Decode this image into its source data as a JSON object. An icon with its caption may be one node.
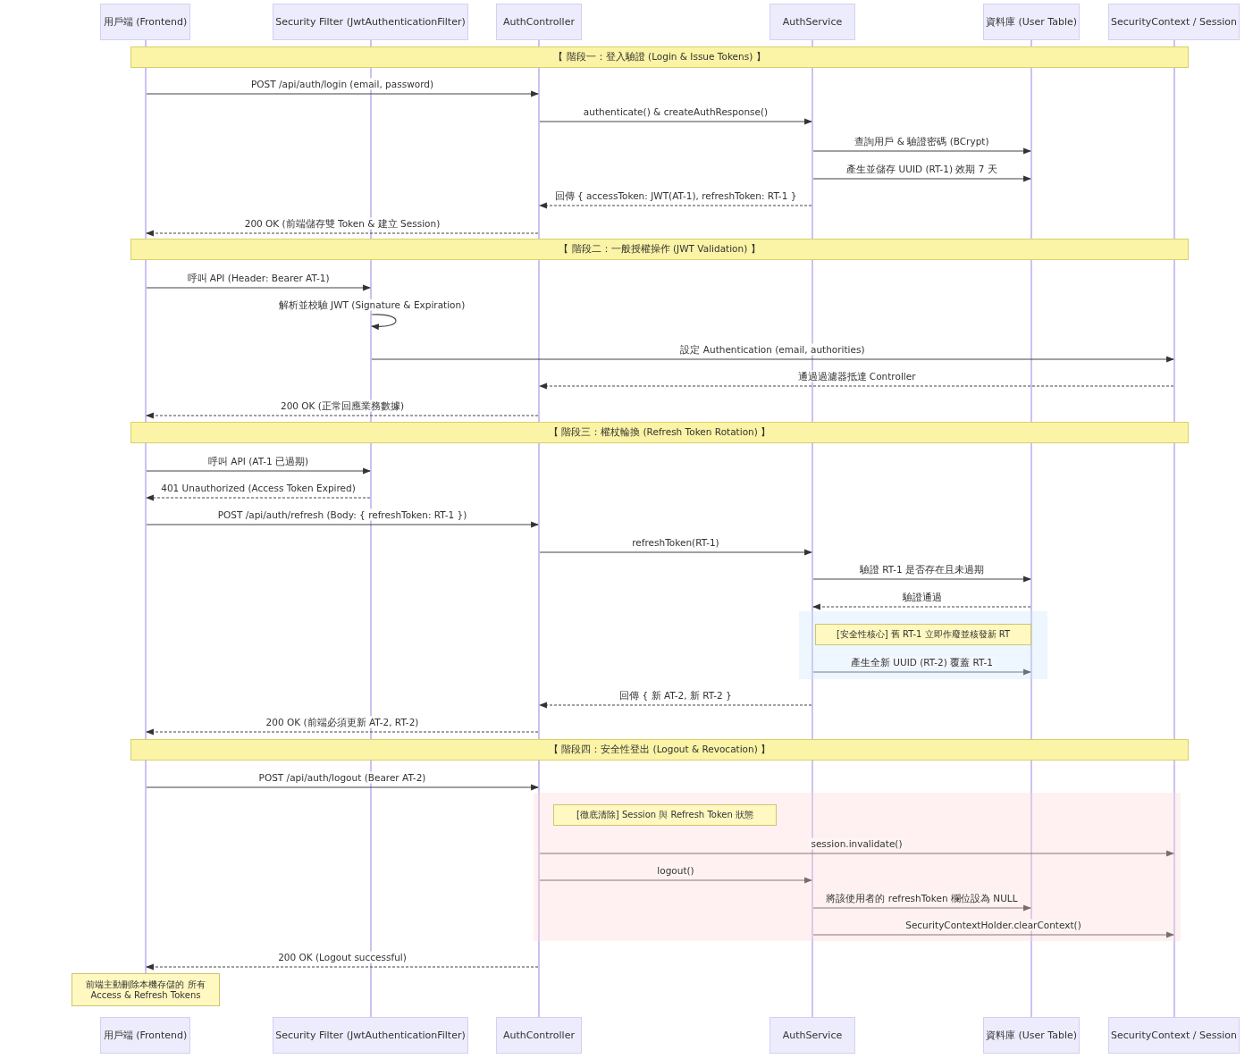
{
  "diagram": {
    "nodes": [
      {
        "text": [
          "用戶端 (Frontend)"
        ]
      },
      {
        "text": [
          "Security Filter (JwtAuthenticationFilter)"
        ]
      },
      {
        "text": [
          "AuthController"
        ]
      },
      {
        "text": [
          "AuthService"
        ]
      },
      {
        "text": [
          "資料庫 (User Table)"
        ]
      },
      {
        "text": [
          "SecurityContext / Session"
        ]
      },
      {
        "text": [],
        "shape": "bar"
      },
      {
        "text": [],
        "shape": "bar"
      },
      {
        "text": [],
        "shape": "bar"
      },
      {
        "text": [],
        "shape": "bar"
      },
      {
        "text": [],
        "shape": "bar"
      },
      {
        "text": [],
        "shape": "bar"
      },
      {
        "text": [
          "【 階段一：登入驗證 (Login & Issue Tokens) 】"
        ]
      },
      {
        "text": [
          "【 階段二：一般授權操作 (JWT Validation) 】"
        ]
      },
      {
        "text": [
          "【 階段三：權杖輪換 (Refresh Token Rotation) 】"
        ]
      },
      {
        "text": [],
        "shape": "box"
      },
      {
        "text": [
          "[安全性核心] 舊 RT-1 立即作廢並核發新 RT"
        ],
        "in": 15
      },
      {
        "text": [
          "【 階段四：安全性登出 (Logout & Revocation) 】"
        ]
      },
      {
        "text": [],
        "shape": "box"
      },
      {
        "text": [
          "[徹底清除] Session 與 Refresh Token 狀態"
        ],
        "in": 18
      },
      {
        "text": [
          "前端主動刪除本機存儲的 所有 Access & Refresh Tokens"
        ]
      },
      {
        "text": [
          "用戶端 (Frontend)"
        ]
      },
      {
        "text": [
          "Security Filter (JwtAuthenticationFilter)"
        ]
      },
      {
        "text": [
          "AuthController"
        ]
      },
      {
        "text": [
          "AuthService"
        ]
      },
      {
        "text": [
          "資料庫 (User Table)"
        ]
      },
      {
        "text": [
          "SecurityContext / Session"
        ]
      }
    ],
    "edges": [
      {
        "from": 6,
        "to": 8,
        "arrow": "to",
        "label": "POST /api/auth/login (email, password)"
      },
      {
        "from": 8,
        "to": 9,
        "arrow": "to",
        "label": "authenticate() & createAuthResponse()"
      },
      {
        "from": 9,
        "to": 10,
        "arrow": "to",
        "label": "查詢用戶 & 驗證密碼 (BCrypt)"
      },
      {
        "from": 9,
        "to": 10,
        "arrow": "to",
        "label": "產生並儲存 UUID (RT-1) 效期 7 天"
      },
      {
        "from": 9,
        "to": 8,
        "arrow": "to",
        "style": "dashed",
        "label": "回傳 { accessToken: JWT(AT-1), refreshToken: RT-1 }"
      },
      {
        "from": 8,
        "to": 6,
        "arrow": "to",
        "style": "dashed",
        "label": "200 OK (前端儲存雙 Token & 建立 Session)"
      },
      {
        "from": 6,
        "to": 7,
        "arrow": "to",
        "label": "呼叫 API (Header: Bearer AT-1)"
      },
      {
        "from": 7,
        "to": 7,
        "arrow": "to",
        "label": "解析並校驗 JWT (Signature & Expiration)"
      },
      {
        "from": 7,
        "to": 11,
        "arrow": "to",
        "label": "設定 Authentication (email, authorities)"
      },
      {
        "from": 11,
        "to": 8,
        "arrow": "to",
        "style": "dashed",
        "label": "通過過濾器抵達 Controller"
      },
      {
        "from": 8,
        "to": 6,
        "arrow": "to",
        "style": "dashed",
        "label": "200 OK (正常回應業務數據)"
      },
      {
        "from": 6,
        "to": 7,
        "arrow": "to",
        "label": "呼叫 API (AT-1 已過期)"
      },
      {
        "from": 7,
        "to": 6,
        "arrow": "to",
        "style": "dashed",
        "label": "401 Unauthorized (Access Token Expired)"
      },
      {
        "from": 6,
        "to": 8,
        "arrow": "to",
        "label": "POST /api/auth/refresh (Body: { refreshToken: RT-1 })"
      },
      {
        "from": 8,
        "to": 9,
        "arrow": "to",
        "label": "refreshToken(RT-1)"
      },
      {
        "from": 9,
        "to": 10,
        "arrow": "to",
        "label": "驗證 RT-1 是否存在且未過期"
      },
      {
        "from": 10,
        "to": 9,
        "arrow": "to",
        "style": "dashed",
        "label": "驗證通過"
      },
      {
        "from": 9,
        "to": 10,
        "arrow": "to",
        "label": "產生全新 UUID (RT-2) 覆蓋 RT-1"
      },
      {
        "from": 9,
        "to": 8,
        "arrow": "to",
        "style": "dashed",
        "label": "回傳 { 新 AT-2, 新 RT-2 }"
      },
      {
        "from": 8,
        "to": 6,
        "arrow": "to",
        "style": "dashed",
        "label": "200 OK (前端必須更新 AT-2, RT-2)"
      },
      {
        "from": 6,
        "to": 8,
        "arrow": "to",
        "label": "POST /api/auth/logout (Bearer AT-2)"
      },
      {
        "from": 8,
        "to": 11,
        "arrow": "to",
        "label": "session.invalidate()"
      },
      {
        "from": 8,
        "to": 9,
        "arrow": "to",
        "label": "logout()"
      },
      {
        "from": 9,
        "to": 10,
        "arrow": "to",
        "label": "將該使用者的 refreshToken 欄位設為 NULL"
      },
      {
        "from": 9,
        "to": 11,
        "arrow": "to",
        "label": "SecurityContextHolder.clearContext()"
      },
      {
        "from": 8,
        "to": 6,
        "arrow": "to",
        "style": "dashed",
        "label": "200 OK (Logout successful)"
      }
    ]
  }
}
